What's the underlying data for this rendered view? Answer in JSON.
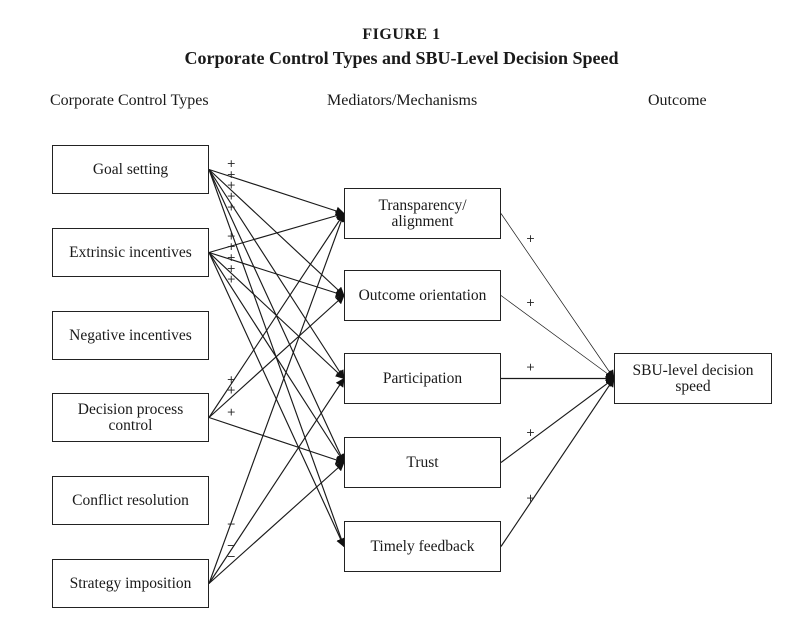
{
  "figure": {
    "number": "FIGURE 1",
    "title": "Corporate Control Types and SBU-Level Decision Speed"
  },
  "columns": {
    "controls": "Corporate Control Types",
    "mediators": "Mediators/Mechanisms",
    "outcome": "Outcome"
  },
  "controls": [
    {
      "id": "goal",
      "label": "Goal setting"
    },
    {
      "id": "extrinsic",
      "label": "Extrinsic incentives"
    },
    {
      "id": "negative",
      "label": "Negative incentives"
    },
    {
      "id": "decision",
      "label": "Decision process control"
    },
    {
      "id": "conflict",
      "label": "Conflict resolution"
    },
    {
      "id": "strategy",
      "label": "Strategy imposition"
    }
  ],
  "mediators": [
    {
      "id": "transparency",
      "label": "Transparency/ alignment"
    },
    {
      "id": "outcome_orient",
      "label": "Outcome orientation"
    },
    {
      "id": "participation",
      "label": "Participation"
    },
    {
      "id": "trust",
      "label": "Trust"
    },
    {
      "id": "feedback",
      "label": "Timely feedback"
    }
  ],
  "outcome": {
    "id": "speed",
    "label": "SBU-level decision speed"
  },
  "links": [
    {
      "from": "goal",
      "to": "transparency",
      "sign": "+"
    },
    {
      "from": "goal",
      "to": "outcome_orient",
      "sign": "+"
    },
    {
      "from": "goal",
      "to": "participation",
      "sign": "+"
    },
    {
      "from": "goal",
      "to": "trust",
      "sign": "+"
    },
    {
      "from": "goal",
      "to": "feedback",
      "sign": "+"
    },
    {
      "from": "extrinsic",
      "to": "transparency",
      "sign": "+"
    },
    {
      "from": "extrinsic",
      "to": "outcome_orient",
      "sign": "+"
    },
    {
      "from": "extrinsic",
      "to": "participation",
      "sign": "+"
    },
    {
      "from": "extrinsic",
      "to": "trust",
      "sign": "+"
    },
    {
      "from": "extrinsic",
      "to": "feedback",
      "sign": "+"
    },
    {
      "from": "decision",
      "to": "transparency",
      "sign": "+"
    },
    {
      "from": "decision",
      "to": "outcome_orient",
      "sign": "+"
    },
    {
      "from": "decision",
      "to": "trust",
      "sign": "+"
    },
    {
      "from": "strategy",
      "to": "transparency",
      "sign": "−"
    },
    {
      "from": "strategy",
      "to": "participation",
      "sign": "−"
    },
    {
      "from": "strategy",
      "to": "trust",
      "sign": "−"
    },
    {
      "from": "transparency",
      "to": "speed",
      "sign": "+"
    },
    {
      "from": "outcome_orient",
      "to": "speed",
      "sign": "+"
    },
    {
      "from": "participation",
      "to": "speed",
      "sign": "+"
    },
    {
      "from": "trust",
      "to": "speed",
      "sign": "+"
    },
    {
      "from": "feedback",
      "to": "speed",
      "sign": "+"
    }
  ]
}
